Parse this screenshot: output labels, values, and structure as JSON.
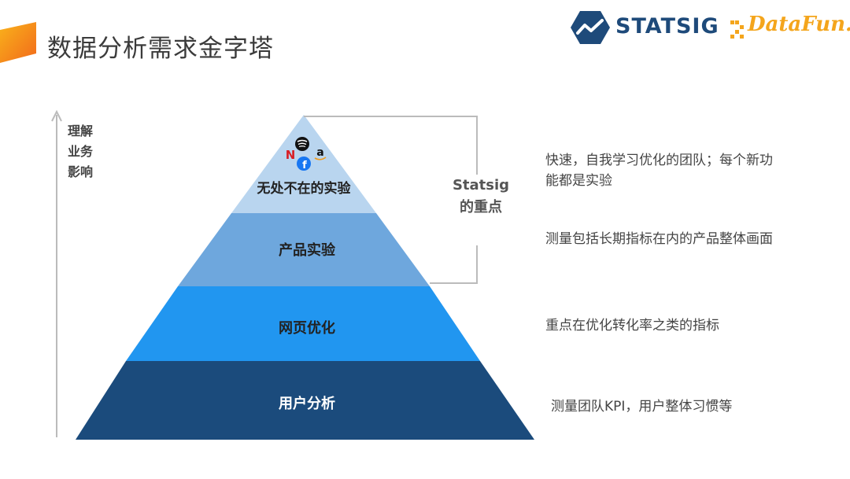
{
  "slide": {
    "title": "数据分析需求金字塔"
  },
  "logos": {
    "statsig": "STATSIG",
    "datafun": "DataFun."
  },
  "axis": {
    "label": "理解业务影响"
  },
  "pyramid": {
    "levels": [
      {
        "label": "无处不在的实验",
        "description": "快速，自我学习优化的团队；每个新功能都是实验",
        "color": "#b9d5ef"
      },
      {
        "label": "产品实验",
        "description": "测量包括长期指标在内的产品整体画面",
        "color": "#6ea7dd"
      },
      {
        "label": "网页优化",
        "description": "重点在优化转化率之类的指标",
        "color": "#2196f0"
      },
      {
        "label": "用户分析",
        "description": "测量团队KPI，用户整体习惯等",
        "color": "#1b4b7c"
      }
    ],
    "top_icons": [
      "spotify-icon",
      "netflix-icon",
      "amazon-icon",
      "facebook-icon"
    ],
    "netflix_glyph": "N",
    "amazon_glyph": "a",
    "facebook_glyph": "f"
  },
  "bracket": {
    "label": "Statsig的重点"
  }
}
